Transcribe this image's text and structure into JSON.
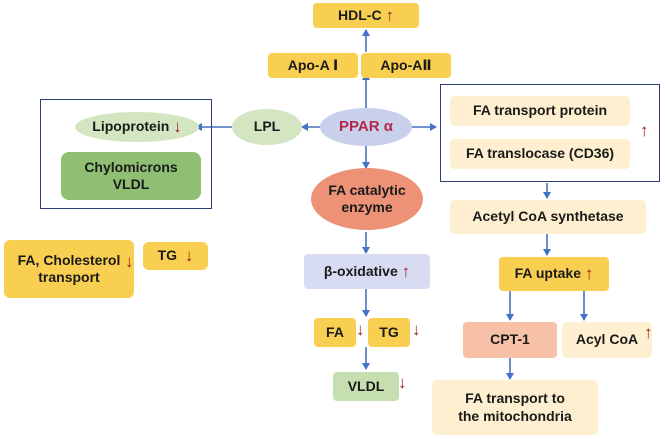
{
  "nodes": {
    "hdl": "HDL-C",
    "apoa1": "Apo-A Ⅰ",
    "apoa2": "Apo-AⅡ",
    "ppar": "PPAR α",
    "lpl": "LPL",
    "lipoprotein": "Lipoprotein",
    "chylomicrons": "Chylomicrons\nVLDL",
    "fa_chol": "FA, Cholesterol\ntransport",
    "tg_left": "TG",
    "fa_transport_protein": "FA transport protein",
    "fa_translocase": "FA translocase (CD36)",
    "acetyl": "Acetyl CoA synthetase",
    "fa_catalytic": "FA catalytic\nenzyme",
    "beta_ox": "β-oxidative",
    "fa_center": "FA",
    "tg_center": "TG",
    "vldl": "VLDL",
    "fa_uptake": "FA uptake",
    "cpt1": "CPT-1",
    "acyl": "Acyl CoA",
    "mito": "FA transport to\nthe mitochondria"
  },
  "arrows": {
    "up": "↑",
    "down": "↓"
  },
  "colors": {
    "arrow_line": "#4472c4",
    "trend_arrow": "#9b1b1b",
    "ppar_text": "#b5274a",
    "frame": "#2e3f77"
  }
}
